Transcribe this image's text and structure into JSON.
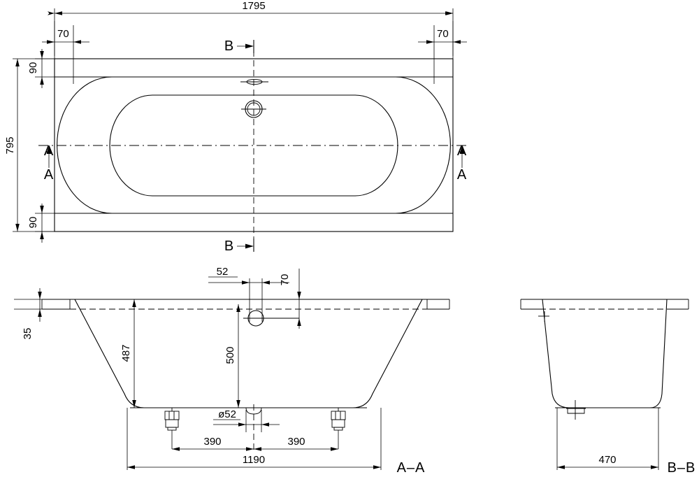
{
  "drawing": {
    "title": "Bathtub dimensional drawing",
    "units": "mm",
    "line_color": "#000000",
    "background_color": "#ffffff"
  },
  "plan_view": {
    "name": "plan-view",
    "dimensions": {
      "overall_length": "1795",
      "overall_width": "795",
      "rim_left_offset": "70",
      "rim_right_offset": "70",
      "rim_top_offset": "90",
      "rim_bottom_offset": "90"
    },
    "section_markers": {
      "a_left_top": "A",
      "a_left_bottom": "A",
      "a_right_top": "A",
      "a_right_bottom": "A",
      "b_top": "B",
      "b_bottom": "B"
    }
  },
  "section_aa": {
    "name": "section-a-a",
    "label": "A–A",
    "dimensions": {
      "rim_thickness": "35",
      "inner_depth": "487",
      "overflow_to_floor": "500",
      "overflow_offset": "52",
      "overflow_height": "70",
      "drain_diameter": "ø52",
      "foot_left_spacing": "390",
      "foot_right_spacing": "390",
      "foot_total_span": "1190"
    }
  },
  "section_bb": {
    "name": "section-b-b",
    "label": "B–B",
    "dimensions": {
      "bottom_width": "470"
    }
  },
  "dimension_values": [
    "1795",
    "795",
    "70",
    "70",
    "90",
    "90",
    "35",
    "487",
    "500",
    "52",
    "70",
    "ø52",
    "390",
    "390",
    "1190",
    "470"
  ]
}
